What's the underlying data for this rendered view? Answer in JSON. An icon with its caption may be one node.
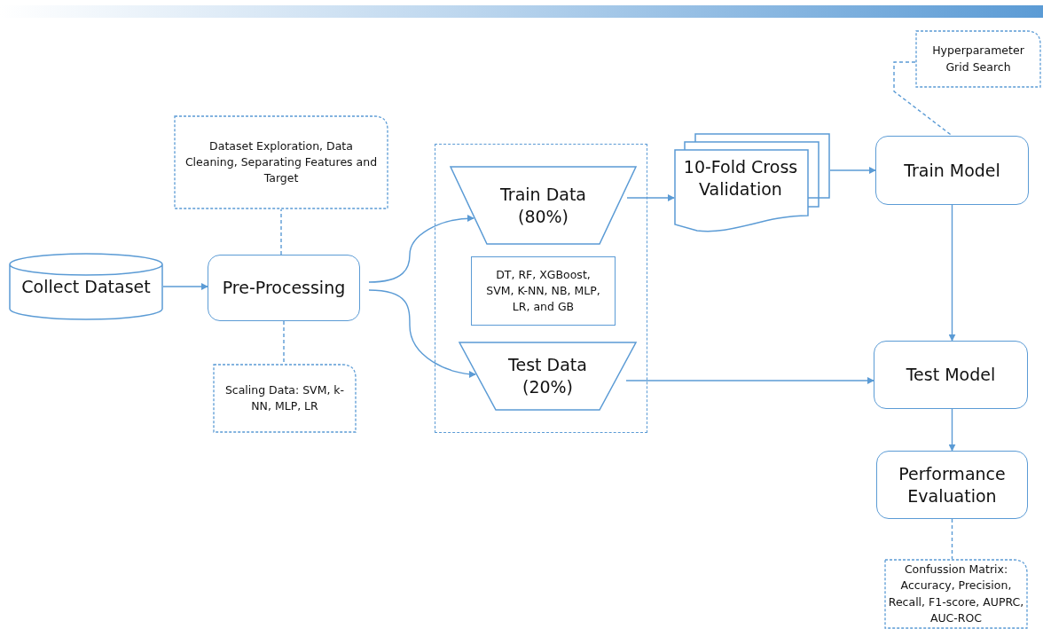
{
  "diagram": {
    "nodes": [
      {
        "text": [
          "Collect Dataset"
        ]
      },
      {
        "text": [
          "Pre-Processing"
        ]
      },
      {
        "text": [
          "Dataset Exploration, Data Cleaning, Separating Features and Target"
        ]
      },
      {
        "text": [
          "Scaling Data: SVM, k-NN, MLP, LR"
        ]
      },
      {
        "text": [],
        "shape": "box"
      },
      {
        "text": [
          "Train Data (80%)"
        ],
        "in": 4
      },
      {
        "text": [
          "DT, RF, XGBoost, SVM, K-NN, NB, MLP, LR, and GB"
        ],
        "in": 4
      },
      {
        "text": [
          "Test Data (20%)"
        ],
        "in": 4
      },
      {
        "text": [
          "10-Fold Cross Validation"
        ]
      },
      {
        "text": [
          "Train Model"
        ]
      },
      {
        "text": [
          "Hyperparameter Grid Search"
        ]
      },
      {
        "text": [
          "Test Model"
        ]
      },
      {
        "text": [
          "Performance Evaluation"
        ]
      },
      {
        "text": [
          "Confussion Matrix: Accuracy, Precision, Recall, F1-score, AUPRC, AUC-ROC"
        ]
      }
    ],
    "edges": [
      {
        "from": 0,
        "to": 1,
        "arrow": "to"
      },
      {
        "from": 1,
        "to": 5,
        "arrow": "to"
      },
      {
        "from": 1,
        "to": 7,
        "arrow": "to"
      },
      {
        "from": 5,
        "to": 8,
        "arrow": "to"
      },
      {
        "from": 8,
        "to": 9,
        "arrow": "to"
      },
      {
        "from": 9,
        "to": 11,
        "arrow": "to"
      },
      {
        "from": 7,
        "to": 11,
        "arrow": "to"
      },
      {
        "from": 11,
        "to": 12,
        "arrow": "to"
      },
      {
        "from": 1,
        "to": 2,
        "arrow": "none",
        "style": "dashed"
      },
      {
        "from": 1,
        "to": 3,
        "arrow": "none",
        "style": "dashed"
      },
      {
        "from": 10,
        "to": 9,
        "arrow": "none",
        "style": "dashed"
      },
      {
        "from": 12,
        "to": 13,
        "arrow": "none",
        "style": "dashed"
      }
    ]
  }
}
